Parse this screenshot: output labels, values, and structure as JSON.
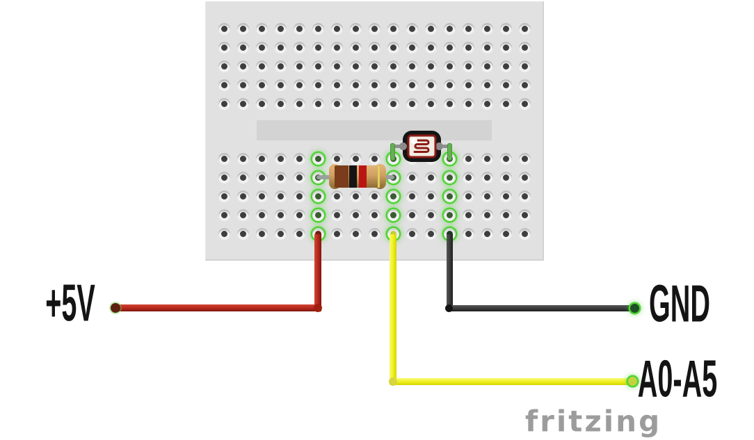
{
  "labels": {
    "power": "+5V",
    "ground": "GND",
    "analog": "A0-A5"
  },
  "watermark": "fritzing",
  "colors": {
    "background": "#ffffff",
    "board": "#e1e1e1",
    "channel": "#d3d3d3",
    "hole_dot": "#3e3e3e",
    "connection_glow": "#4fd434",
    "connected_dot": "#3b5c33",
    "wire_power": "#b5271b",
    "wire_ground": "#3a3a3a",
    "wire_analog": "#efef1f",
    "lead_gray": "#9aa0a0",
    "leg_green": "#63b150",
    "resistor_body": "#cfa05f",
    "resistor_bands": [
      "#7a3c1a",
      "#141414",
      "#bb1513",
      "#e3cf5e"
    ],
    "ldr_body": "#151515",
    "ldr_face": "#f2ede4",
    "ldr_trace": "#8c1a15",
    "power_cap": "#5e2010",
    "power_corner": "#a01f10",
    "analog_cap": "#c2d33e",
    "analog_corner": "#d6d63e",
    "ground_cap": "#1f4f28",
    "ground_corner": "#141414",
    "watermark_color": "#9c9c9c"
  },
  "breadboard": {
    "columns": 17,
    "rows_per_bank": 5,
    "banks": 2,
    "connected_columns": [
      5,
      9,
      12
    ],
    "wire_end_colors": {
      "5": "#6b2114",
      "9": "#bfcf36",
      "12": "#1c3a22"
    }
  },
  "components": {
    "resistor": {
      "band_colors": "brown-black-red-gold"
    },
    "photoresistor": {
      "type": "LDR"
    }
  },
  "connections": {
    "power_column": 5,
    "analog_column": 9,
    "ground_column": 12
  }
}
